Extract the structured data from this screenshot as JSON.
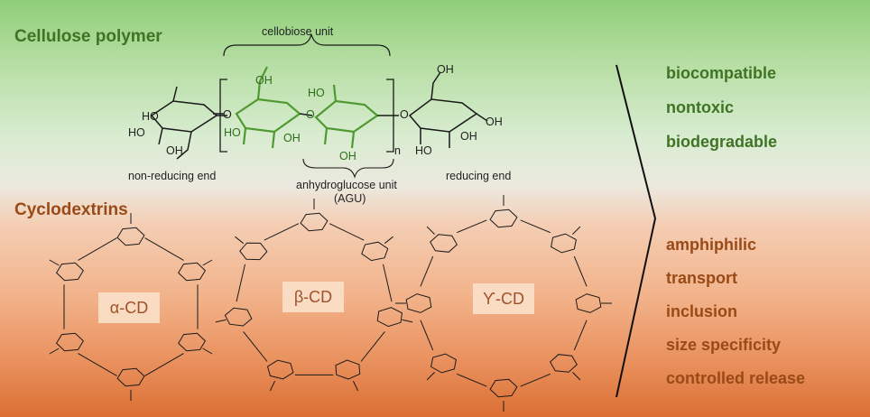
{
  "sections": {
    "cellulose_title": "Cellulose polymer",
    "cyclodextrin_title": "Cyclodextrins"
  },
  "cellulose": {
    "cellobiose_label": "cellobiose unit",
    "agu_label_line1": "anhydroglucose unit",
    "agu_label_line2": "(AGU)",
    "nonreducing_label": "non-reducing end",
    "reducing_label": "reducing end",
    "repeat_n": "n",
    "oh": "OH",
    "ho": "HO",
    "o": "O"
  },
  "cyclodextrins": [
    "α-CD",
    "β-CD",
    "ϒ-CD"
  ],
  "properties": {
    "cellulose": [
      "biocompatible",
      "nontoxic",
      "biodegradable"
    ],
    "cyclodextrin": [
      "amphiphilic",
      "transport",
      "inclusion",
      "size specificity",
      "controlled release"
    ]
  },
  "colors": {
    "cellulose_accent": "#3e7424",
    "cyclodextrin_accent": "#9a4a16",
    "highlight_structure": "#4f9a30",
    "bond": "#1a1a1a"
  }
}
